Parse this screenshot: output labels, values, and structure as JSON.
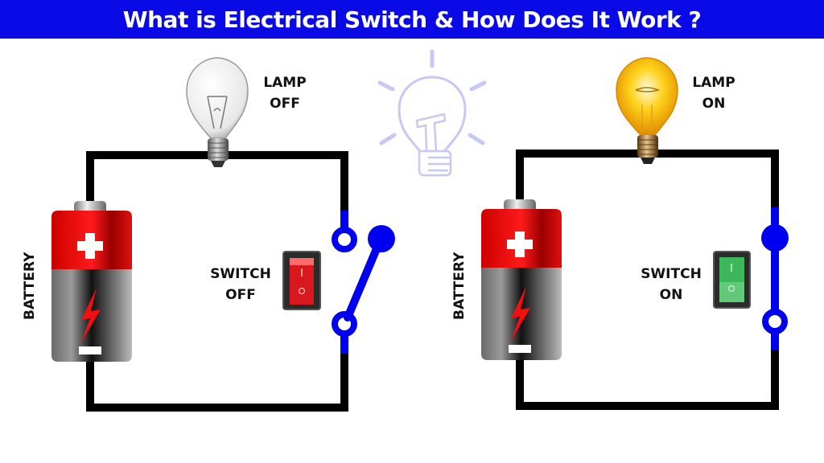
{
  "title": "What is Electrical Switch & How Does It Work ?",
  "colors": {
    "banner": "#0a0ae6",
    "wire": "#000000",
    "switch_contact": "#0000f0",
    "battery_positive": "#e01010",
    "battery_body": "#555555",
    "switch_off_rocker": "#e01818",
    "switch_on_rocker": "#2ea84a",
    "lamp_on_glow": "#f5c400",
    "center_icon": "#c8c8f4"
  },
  "circuits": [
    {
      "id": "off",
      "lamp_label_line1": "LAMP",
      "lamp_label_line2": "OFF",
      "switch_label_line1": "SWITCH",
      "switch_label_line2": "OFF",
      "battery_label": "BATTERY",
      "switch_state": "open",
      "lamp_state": "off"
    },
    {
      "id": "on",
      "lamp_label_line1": "LAMP",
      "lamp_label_line2": "ON",
      "switch_label_line1": "SWITCH",
      "switch_label_line2": "ON",
      "battery_label": "BATTERY",
      "switch_state": "closed",
      "lamp_state": "on"
    }
  ],
  "icons": {
    "center": "lightbulb-idea-icon",
    "battery_positive": "plus-icon",
    "battery_negative": "minus-icon",
    "battery_body": "lightning-bolt-icon",
    "rocker_on_mark": "I",
    "rocker_off_mark": "O"
  }
}
